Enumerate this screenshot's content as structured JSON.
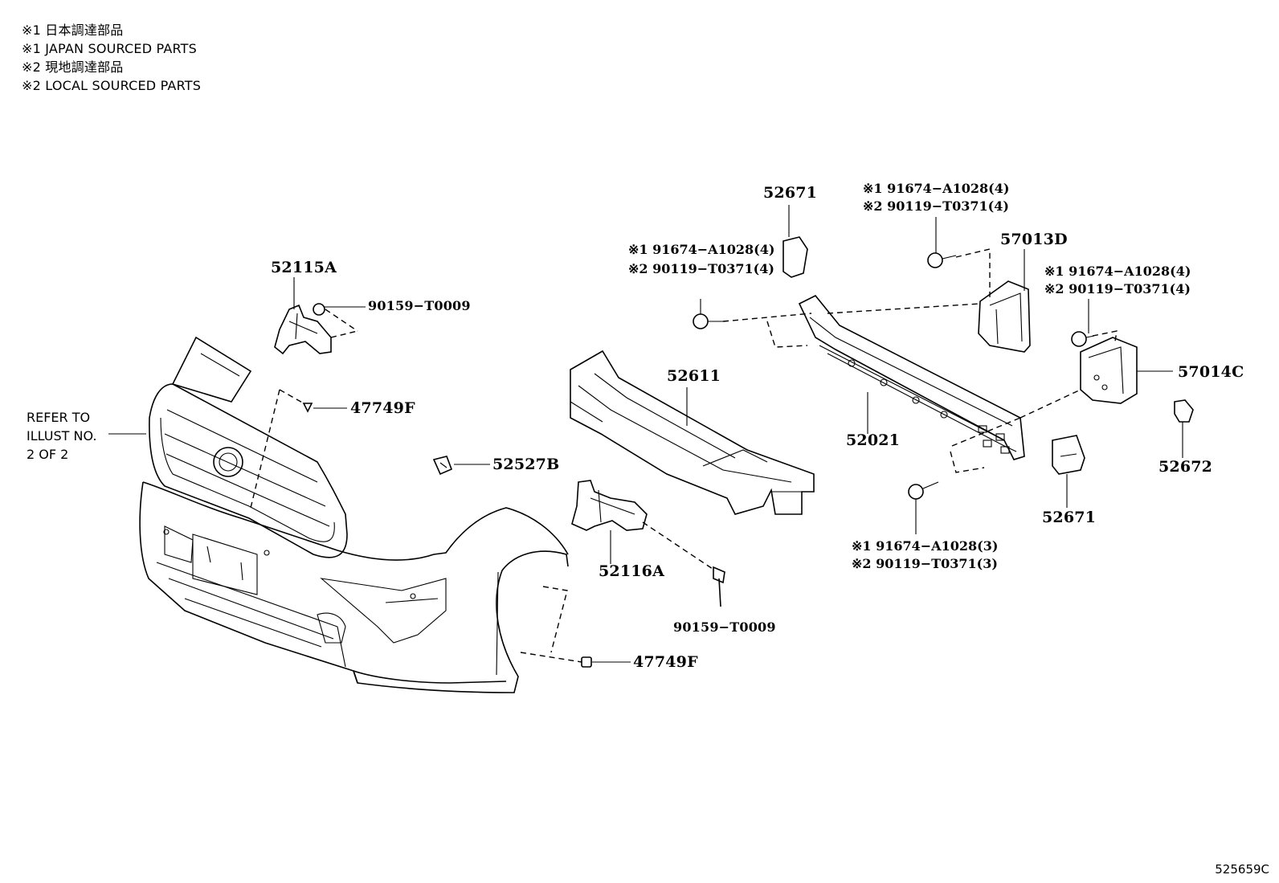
{
  "legend": {
    "line1": "※1 日本調達部品",
    "line2": "※1 JAPAN SOURCED PARTS",
    "line3": "※2 現地調達部品",
    "line4": "※2 LOCAL SOURCED PARTS"
  },
  "refer": {
    "line1": "REFER TO",
    "line2": "ILLUST NO.",
    "line3": "2 OF 2"
  },
  "labels": {
    "p52115A": "52115A",
    "p90159_top": "90159−T0009",
    "p47749F_top": "47749F",
    "p52527B": "52527B",
    "p52611": "52611",
    "p52116A": "52116A",
    "p90159_bottom": "90159−T0009",
    "p47749F_bottom": "47749F",
    "p52671_top": "52671",
    "p52021": "52021",
    "p57013D": "57013D",
    "p57014C": "57014C",
    "p52672": "52672",
    "p52671_bottom": "52671"
  },
  "bolt_groups": {
    "left": {
      "l1": "※1 91674−A1028(4)",
      "l2": "※2 90119−T0371(4)"
    },
    "top": {
      "l1": "※1 91674−A1028(4)",
      "l2": "※2 90119−T0371(4)"
    },
    "right": {
      "l1": "※1 91674−A1028(4)",
      "l2": "※2 90119−T0371(4)"
    },
    "bottom": {
      "l1": "※1 91674−A1028(3)",
      "l2": "※2 90119−T0371(3)"
    }
  },
  "illustration_id": "525659C"
}
